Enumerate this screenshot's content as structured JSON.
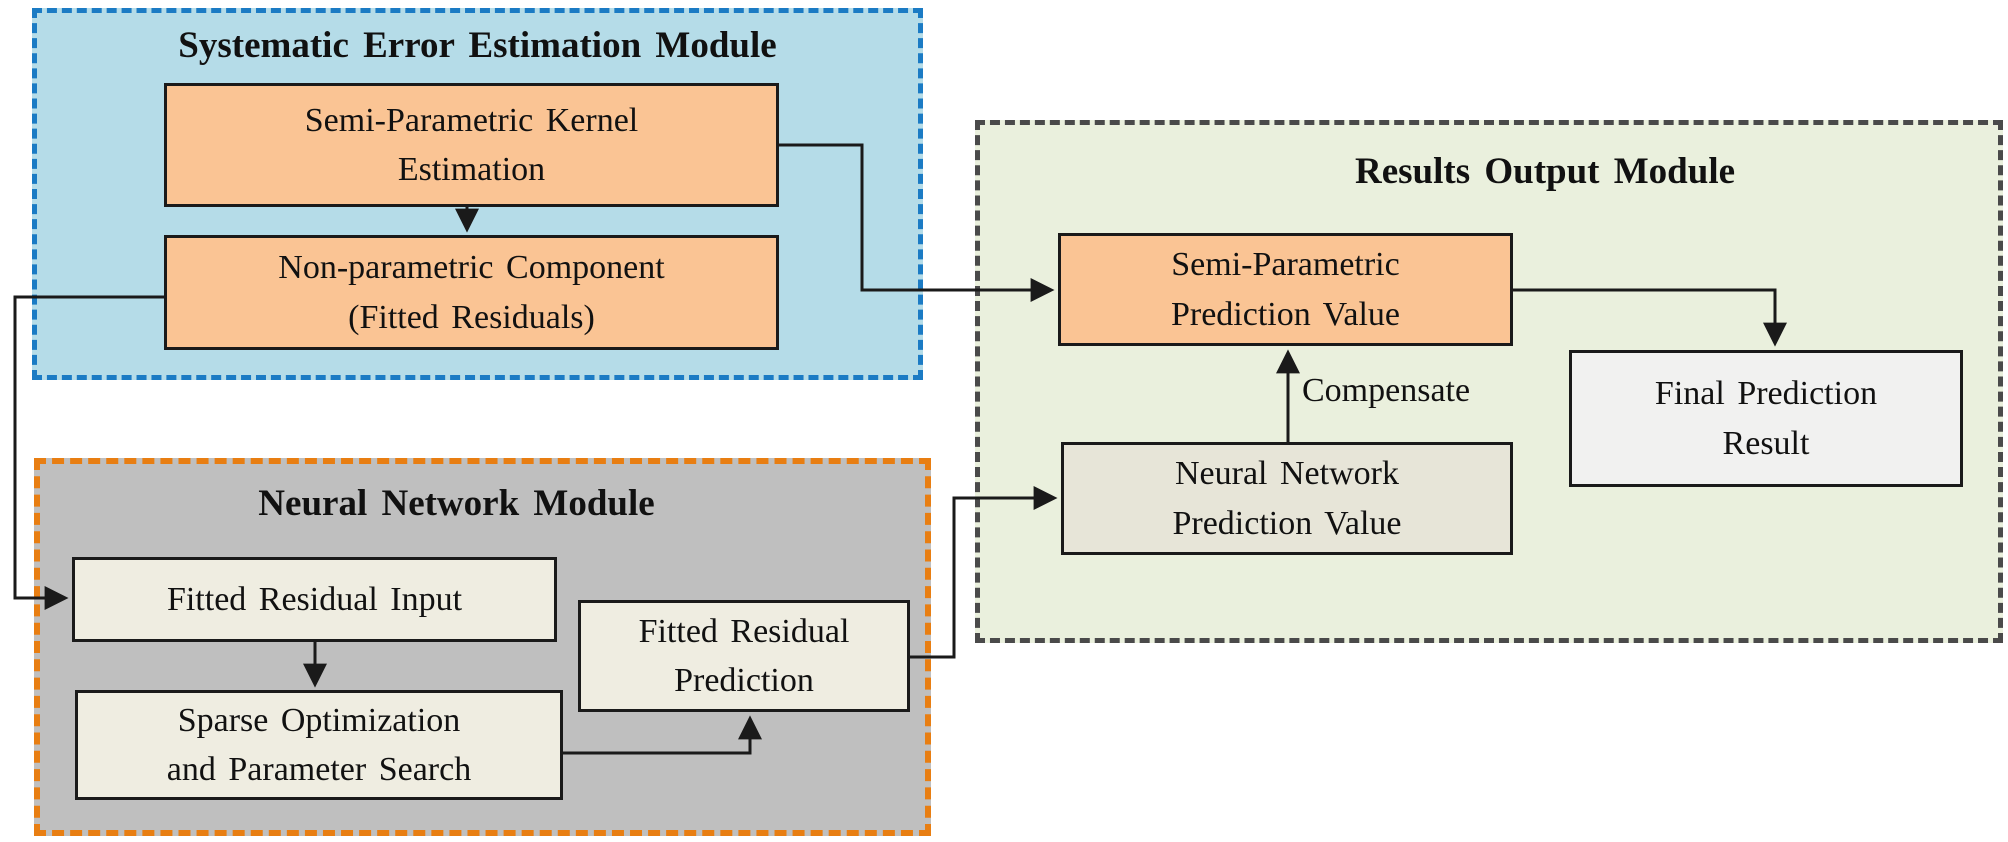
{
  "figure": {
    "type": "flow-diagram",
    "description_visible_text_only": true
  },
  "modules": {
    "systematic": {
      "title": "Systematic Error Estimation Module"
    },
    "neural": {
      "title": "Neural Network Module"
    },
    "results": {
      "title": "Results Output Module"
    }
  },
  "boxes": {
    "kernel_estimation": {
      "label": "Semi-Parametric Kernel\nEstimation"
    },
    "nonparametric_component": {
      "label": "Non-parametric Component\n(Fitted Residuals)"
    },
    "fitted_residual_input": {
      "label": "Fitted Residual Input"
    },
    "sparse_optimization": {
      "label": "Sparse Optimization\nand Parameter Search"
    },
    "fitted_residual_prediction": {
      "label": "Fitted Residual\nPrediction"
    },
    "semi_parametric_prediction": {
      "label": "Semi-Parametric\nPrediction Value"
    },
    "nn_prediction": {
      "label": "Neural Network\nPrediction Value"
    },
    "final_result": {
      "label": "Final Prediction\nResult"
    }
  },
  "annotations": {
    "compensate": "Compensate"
  },
  "colors": {
    "background": "#ffffff",
    "line": "#1a1a1a",
    "box_border": "#1a1a1a",
    "systematic_module_fill": "#b5dce8",
    "systematic_module_border": "#1b7bc4",
    "neural_module_fill": "#bfbfbf",
    "neural_module_border": "#e87e12",
    "results_module_fill": "#eaf0dd",
    "results_module_border": "#4a4a4a",
    "peach_box_fill": "#fac494",
    "cream_box_fill": "#efede1",
    "cream_dark_box_fill": "#e7e5d8",
    "light_box_fill": "#f1f1f0"
  }
}
